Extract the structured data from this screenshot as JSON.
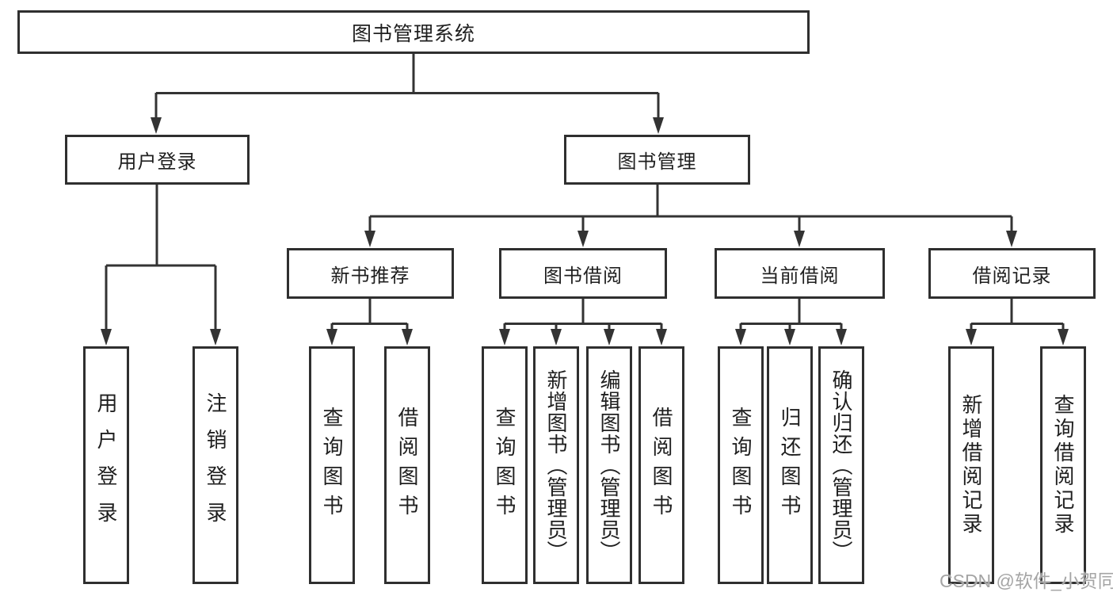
{
  "diagram": {
    "title_node": {
      "label": "图书管理系统"
    },
    "level2": [
      {
        "label": "用户登录"
      },
      {
        "label": "图书管理"
      }
    ],
    "level3": [
      {
        "label": "新书推荐"
      },
      {
        "label": "图书借阅"
      },
      {
        "label": "当前借阅"
      },
      {
        "label": "借阅记录"
      }
    ],
    "leaves": {
      "user_login": [
        {
          "label": "用户登录"
        },
        {
          "label": "注销登录"
        }
      ],
      "new_book_recommend": [
        {
          "label": "查询图书"
        },
        {
          "label": "借阅图书"
        }
      ],
      "book_borrow": [
        {
          "label": "查询图书"
        },
        {
          "label": "新增图书（管理员）"
        },
        {
          "label": "编辑图书（管理员）"
        },
        {
          "label": "借阅图书"
        }
      ],
      "current_borrow": [
        {
          "label": "查询图书"
        },
        {
          "label": "归还图书"
        },
        {
          "label": "确认归还（管理员）"
        }
      ],
      "borrow_records": [
        {
          "label": "新增借阅记录"
        },
        {
          "label": "查询借阅记录"
        }
      ]
    },
    "colors": {
      "line": "#333333",
      "box_border": "#2f2f2f",
      "text": "#1f1f1f",
      "background": "#ffffff",
      "watermark": "#a5a5a5"
    }
  },
  "watermark": {
    "text": "CSDN @软件_小贺同学"
  }
}
